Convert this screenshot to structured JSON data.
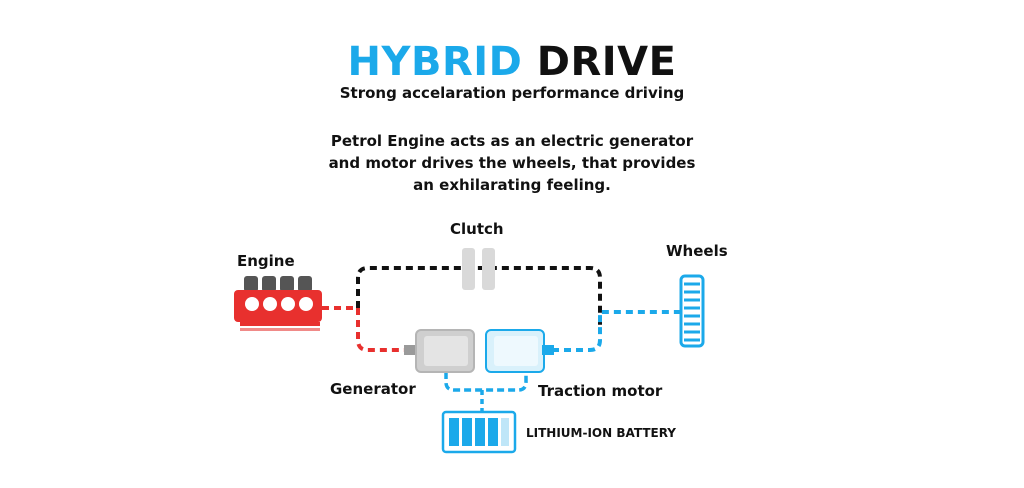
{
  "header": {
    "title_part1": "HYBRID",
    "title_part2": "DRIVE",
    "subtitle": "Strong accelaration performance driving"
  },
  "description": {
    "lines": [
      "Petrol Engine acts as an electric generator",
      "and motor drives the wheels, that provides",
      "an exhilarating feeling."
    ]
  },
  "diagram": {
    "labels": {
      "clutch": "Clutch",
      "engine": "Engine",
      "wheels": "Wheels",
      "generator": "Generator",
      "traction_motor": "Traction motor",
      "battery": "LITHIUM-ION BATTERY"
    },
    "icons": [
      "engine-icon",
      "clutch-icon",
      "generator-icon",
      "traction-motor-icon",
      "battery-icon",
      "wheel-icon"
    ],
    "colors": {
      "accent_blue": "#1ba9ea",
      "engine_red": "#e8302e",
      "mechanical_path": "#111111",
      "generator_grey": "#cfcfcf",
      "motor_light_blue": "#d9f1fb"
    }
  }
}
